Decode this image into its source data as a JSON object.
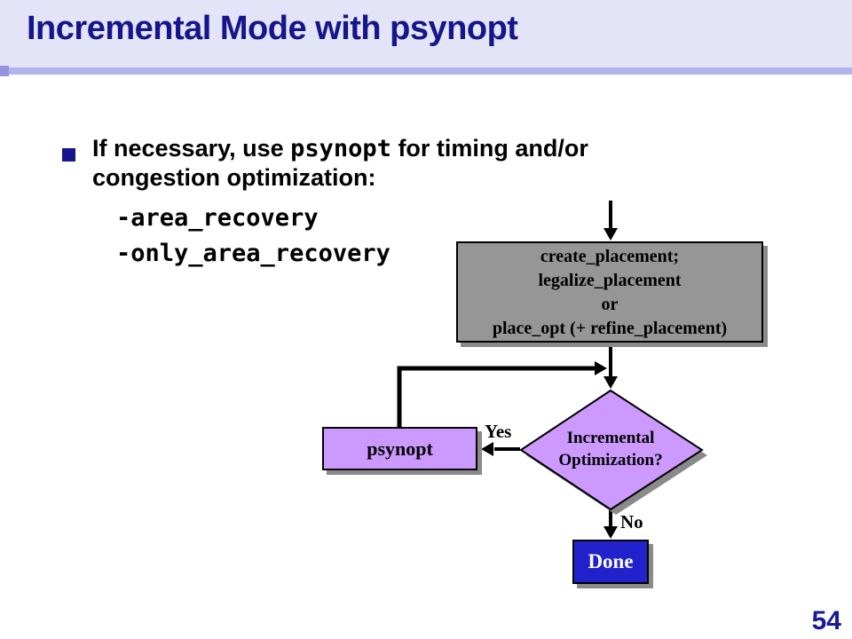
{
  "slide": {
    "title": "Incremental Mode with psynopt",
    "page_number": "54"
  },
  "colors": {
    "title_text": "#15158C",
    "header_background": "#E4E4F8",
    "divider_stripe": "#B2B2EC",
    "gray_box_fill": "#969696",
    "purple_fill": "#CC99FF",
    "done_box_fill": "#2222CC",
    "shadow": "#8A8A8A"
  },
  "bullet": {
    "line1_before": "If necessary, use ",
    "line1_code": "psynopt",
    "line1_after": " for timing and/or",
    "line2": "congestion optimization:",
    "sub_items": [
      "-area_recovery",
      "-only_area_recovery"
    ]
  },
  "flowchart": {
    "placement_box": {
      "lines": [
        "create_placement;",
        "legalize_placement",
        "or",
        "place_opt (+ refine_placement)"
      ]
    },
    "decision": {
      "line1": "Incremental",
      "line2": "Optimization?"
    },
    "psynopt_box": {
      "label": "psynopt"
    },
    "done_box": {
      "label": "Done"
    },
    "yes_label": "Yes",
    "no_label": "No"
  }
}
